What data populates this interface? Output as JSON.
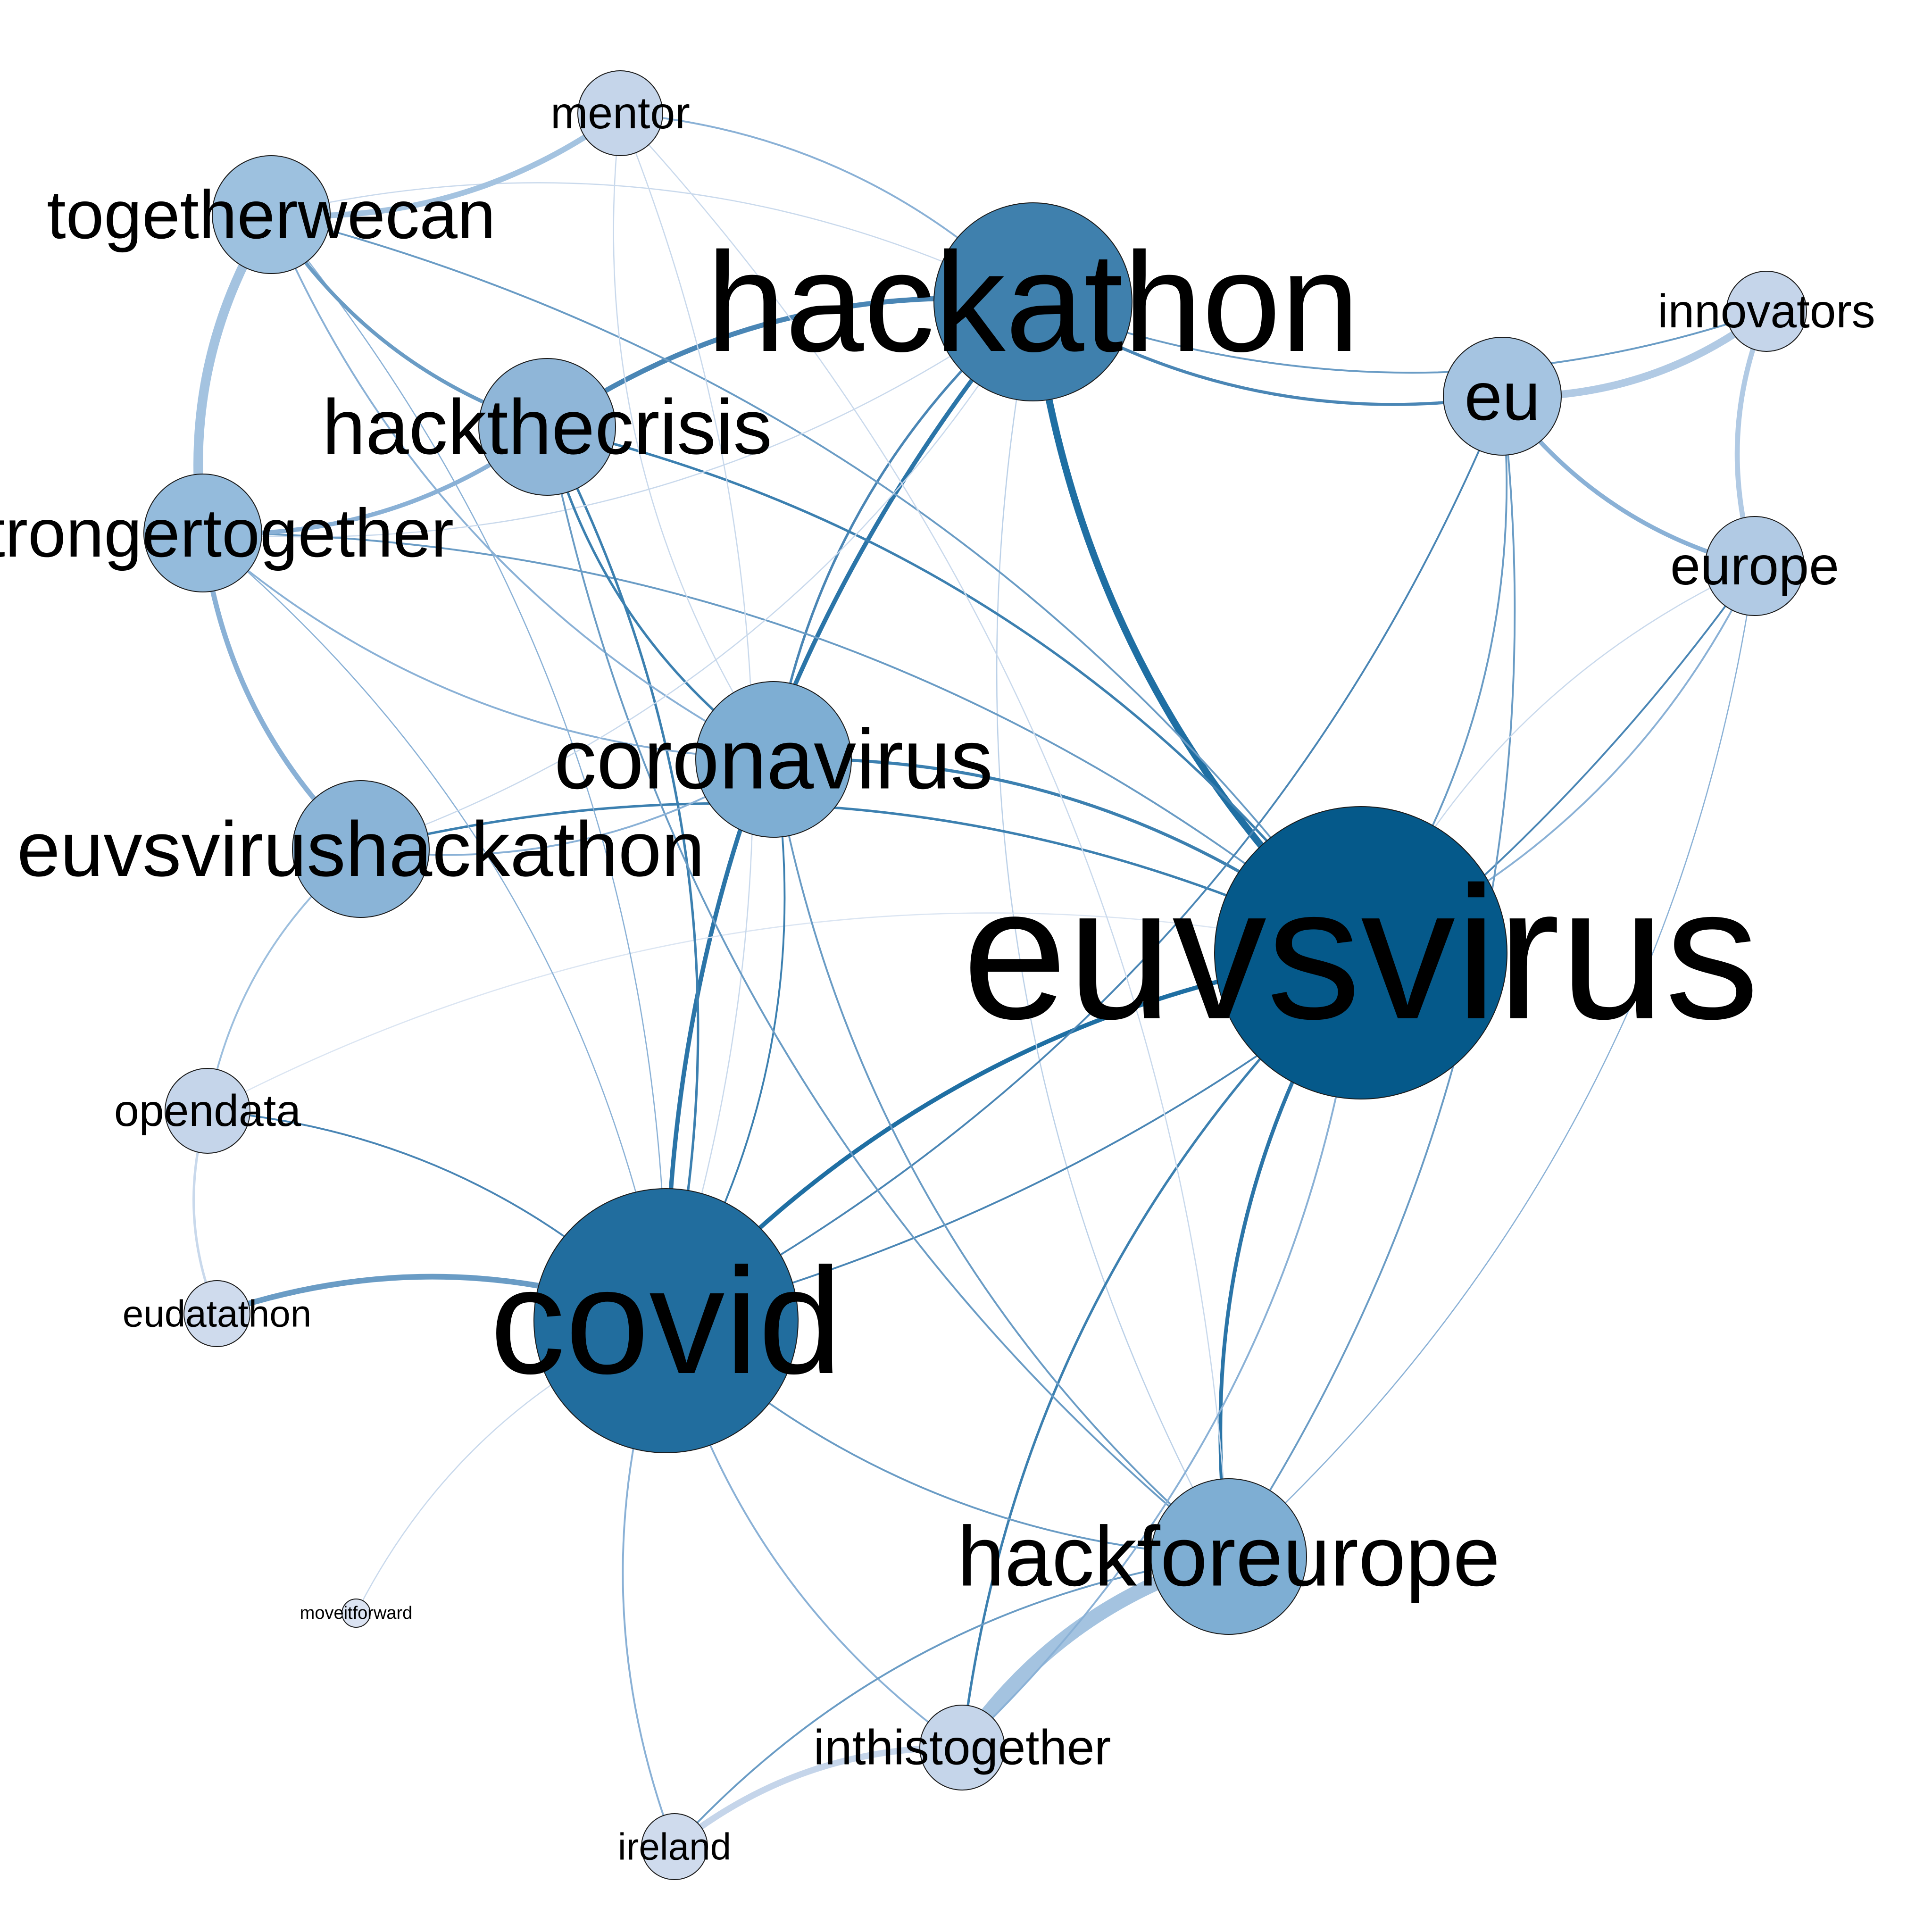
{
  "nodes": [
    {
      "id": "hackathon",
      "label": "hackathon",
      "color": "#3f80ad"
    },
    {
      "id": "euvsvirus",
      "label": "euvsvirus",
      "color": "#05598a"
    },
    {
      "id": "covid",
      "label": "covid",
      "color": "#216d9e"
    },
    {
      "id": "coronavirus",
      "label": "coronavirus",
      "color": "#7eaed3"
    },
    {
      "id": "hackthecrisis",
      "label": "hackthecrisis",
      "color": "#8fb6d8"
    },
    {
      "id": "togetherwecan",
      "label": "togetherwecan",
      "color": "#9dc1df"
    },
    {
      "id": "strongertogether",
      "label": "strongertogether",
      "color": "#94bbdc"
    },
    {
      "id": "euvsvirushackathon",
      "label": "euvsvirushackathon",
      "color": "#8ab4d7"
    },
    {
      "id": "hackforeurope",
      "label": "hackforeurope",
      "color": "#7eaed3"
    },
    {
      "id": "eu",
      "label": "eu",
      "color": "#a5c4e1"
    },
    {
      "id": "innovators",
      "label": "innovators",
      "color": "#c5d5ea"
    },
    {
      "id": "europe",
      "label": "europe",
      "color": "#b1cae4"
    },
    {
      "id": "mentor",
      "label": "mentor",
      "color": "#c5d5ea"
    },
    {
      "id": "opendata",
      "label": "opendata",
      "color": "#c5d5ea"
    },
    {
      "id": "eudatathon",
      "label": "eudatathon",
      "color": "#cfdbed"
    },
    {
      "id": "moveitforward",
      "label": "moveitforward",
      "color": "#dbe3f2"
    },
    {
      "id": "inthistogether",
      "label": "inthistogether",
      "color": "#c5d5ea"
    },
    {
      "id": "ireland",
      "label": "ireland",
      "color": "#cfdbed"
    }
  ],
  "edges": [
    {
      "source": "hackathon",
      "target": "euvsvirus",
      "weight": 10,
      "color": "#1f6fa3"
    },
    {
      "source": "euvsvirus",
      "target": "covid",
      "weight": 6,
      "color": "#1f6fa3"
    },
    {
      "source": "hackathon",
      "target": "covid",
      "weight": 6,
      "color": "#2b75a8"
    },
    {
      "source": "hackathon",
      "target": "hackthecrisis",
      "weight": 7,
      "color": "#4a86b5"
    },
    {
      "source": "hackathon",
      "target": "coronavirus",
      "weight": 3,
      "color": "#4a86b5"
    },
    {
      "source": "hackathon",
      "target": "eu",
      "weight": 4,
      "color": "#4a86b5"
    },
    {
      "source": "hackathon",
      "target": "innovators",
      "weight": 2,
      "color": "#6a9cc5"
    },
    {
      "source": "hackathon",
      "target": "togetherwecan",
      "weight": 1,
      "color": "#c9d9ec"
    },
    {
      "source": "hackathon",
      "target": "mentor",
      "weight": 2,
      "color": "#8ab1d6"
    },
    {
      "source": "hackathon",
      "target": "hackforeurope",
      "weight": 1,
      "color": "#bcd1e8"
    },
    {
      "source": "euvsvirus",
      "target": "hackforeurope",
      "weight": 5,
      "color": "#2b75a8"
    },
    {
      "source": "euvsvirus",
      "target": "coronavirus",
      "weight": 4,
      "color": "#3c80b0"
    },
    {
      "source": "euvsvirus",
      "target": "hackthecrisis",
      "weight": 3,
      "color": "#3c80b0"
    },
    {
      "source": "euvsvirus",
      "target": "euvsvirushackathon",
      "weight": 3,
      "color": "#3c80b0"
    },
    {
      "source": "euvsvirus",
      "target": "strongertogether",
      "weight": 2,
      "color": "#6a9cc5"
    },
    {
      "source": "euvsvirus",
      "target": "togetherwecan",
      "weight": 2,
      "color": "#6a9cc5"
    },
    {
      "source": "euvsvirus",
      "target": "eu",
      "weight": 2,
      "color": "#6a9cc5"
    },
    {
      "source": "euvsvirus",
      "target": "europe",
      "weight": 2,
      "color": "#8ab1d6"
    },
    {
      "source": "euvsvirus",
      "target": "inthistogether",
      "weight": 3,
      "color": "#3c80b0"
    },
    {
      "source": "euvsvirus",
      "target": "opendata",
      "weight": 1,
      "color": "#dbe5f2"
    },
    {
      "source": "covid",
      "target": "coronavirus",
      "weight": 2,
      "color": "#3c80b0"
    },
    {
      "source": "covid",
      "target": "hackthecrisis",
      "weight": 3,
      "color": "#3c80b0"
    },
    {
      "source": "covid",
      "target": "eudatathon",
      "weight": 8,
      "color": "#6a9cc5"
    },
    {
      "source": "covid",
      "target": "opendata",
      "weight": 2,
      "color": "#4a86b5"
    },
    {
      "source": "covid",
      "target": "hackforeurope",
      "weight": 2,
      "color": "#6a9cc5"
    },
    {
      "source": "covid",
      "target": "eu",
      "weight": 2,
      "color": "#4a86b5"
    },
    {
      "source": "covid",
      "target": "europe",
      "weight": 2,
      "color": "#4a86b5"
    },
    {
      "source": "covid",
      "target": "inthistogether",
      "weight": 2,
      "color": "#8ab1d6"
    },
    {
      "source": "covid",
      "target": "ireland",
      "weight": 2,
      "color": "#8ab1d6"
    },
    {
      "source": "covid",
      "target": "moveitforward",
      "weight": 1,
      "color": "#c9d9ec"
    },
    {
      "source": "covid",
      "target": "strongertogether",
      "weight": 1,
      "color": "#8ab1d6"
    },
    {
      "source": "covid",
      "target": "togetherwecan",
      "weight": 1,
      "color": "#8ab1d6"
    },
    {
      "source": "covid",
      "target": "mentor",
      "weight": 1,
      "color": "#c9d9ec"
    },
    {
      "source": "togetherwecan",
      "target": "strongertogether",
      "weight": 14,
      "color": "#a4c3e0"
    },
    {
      "source": "togetherwecan",
      "target": "mentor",
      "weight": 8,
      "color": "#a4c3e0"
    },
    {
      "source": "togetherwecan",
      "target": "hackthecrisis",
      "weight": 5,
      "color": "#6a9cc5"
    },
    {
      "source": "togetherwecan",
      "target": "coronavirus",
      "weight": 2,
      "color": "#8ab1d6"
    },
    {
      "source": "strongertogether",
      "target": "hackthecrisis",
      "weight": 6,
      "color": "#8ab1d6"
    },
    {
      "source": "strongertogether",
      "target": "euvsvirushackathon",
      "weight": 7,
      "color": "#8ab1d6"
    },
    {
      "source": "strongertogether",
      "target": "coronavirus",
      "weight": 2,
      "color": "#8ab1d6"
    },
    {
      "source": "strongertogether",
      "target": "hackathon",
      "weight": 1,
      "color": "#c9d9ec"
    },
    {
      "source": "hackthecrisis",
      "target": "coronavirus",
      "weight": 3,
      "color": "#3c80b0"
    },
    {
      "source": "hackthecrisis",
      "target": "hackforeurope",
      "weight": 2,
      "color": "#6a9cc5"
    },
    {
      "source": "euvsvirushackathon",
      "target": "coronavirus",
      "weight": 2,
      "color": "#8ab1d6"
    },
    {
      "source": "euvsvirushackathon",
      "target": "opendata",
      "weight": 2,
      "color": "#9dbfde"
    },
    {
      "source": "euvsvirushackathon",
      "target": "hackathon",
      "weight": 1,
      "color": "#c9d9ec"
    },
    {
      "source": "opendata",
      "target": "eudatathon",
      "weight": 3,
      "color": "#c9d9ec"
    },
    {
      "source": "coronavirus",
      "target": "hackforeurope",
      "weight": 2,
      "color": "#6a9cc5"
    },
    {
      "source": "hackforeurope",
      "target": "inthistogether",
      "weight": 22,
      "color": "#a4c3e0"
    },
    {
      "source": "hackforeurope",
      "target": "ireland",
      "weight": 2,
      "color": "#6a9cc5"
    },
    {
      "source": "hackforeurope",
      "target": "eu",
      "weight": 2,
      "color": "#6a9cc5"
    },
    {
      "source": "hackforeurope",
      "target": "europe",
      "weight": 1,
      "color": "#8ab1d6"
    },
    {
      "source": "hackforeurope",
      "target": "mentor",
      "weight": 1,
      "color": "#c9d9ec"
    },
    {
      "source": "inthistogether",
      "target": "ireland",
      "weight": 9,
      "color": "#c5d5ea"
    },
    {
      "source": "inthistogether",
      "target": "euvsvirus",
      "weight": 2,
      "color": "#8ab1d6"
    },
    {
      "source": "eu",
      "target": "innovators",
      "weight": 11,
      "color": "#b1cae4"
    },
    {
      "source": "eu",
      "target": "europe",
      "weight": 6,
      "color": "#8ab1d6"
    },
    {
      "source": "innovators",
      "target": "europe",
      "weight": 7,
      "color": "#b1cae4"
    },
    {
      "source": "europe",
      "target": "euvsvirus",
      "weight": 1,
      "color": "#c9d9ec"
    },
    {
      "source": "mentor",
      "target": "coronavirus",
      "weight": 1,
      "color": "#c9d9ec"
    }
  ]
}
